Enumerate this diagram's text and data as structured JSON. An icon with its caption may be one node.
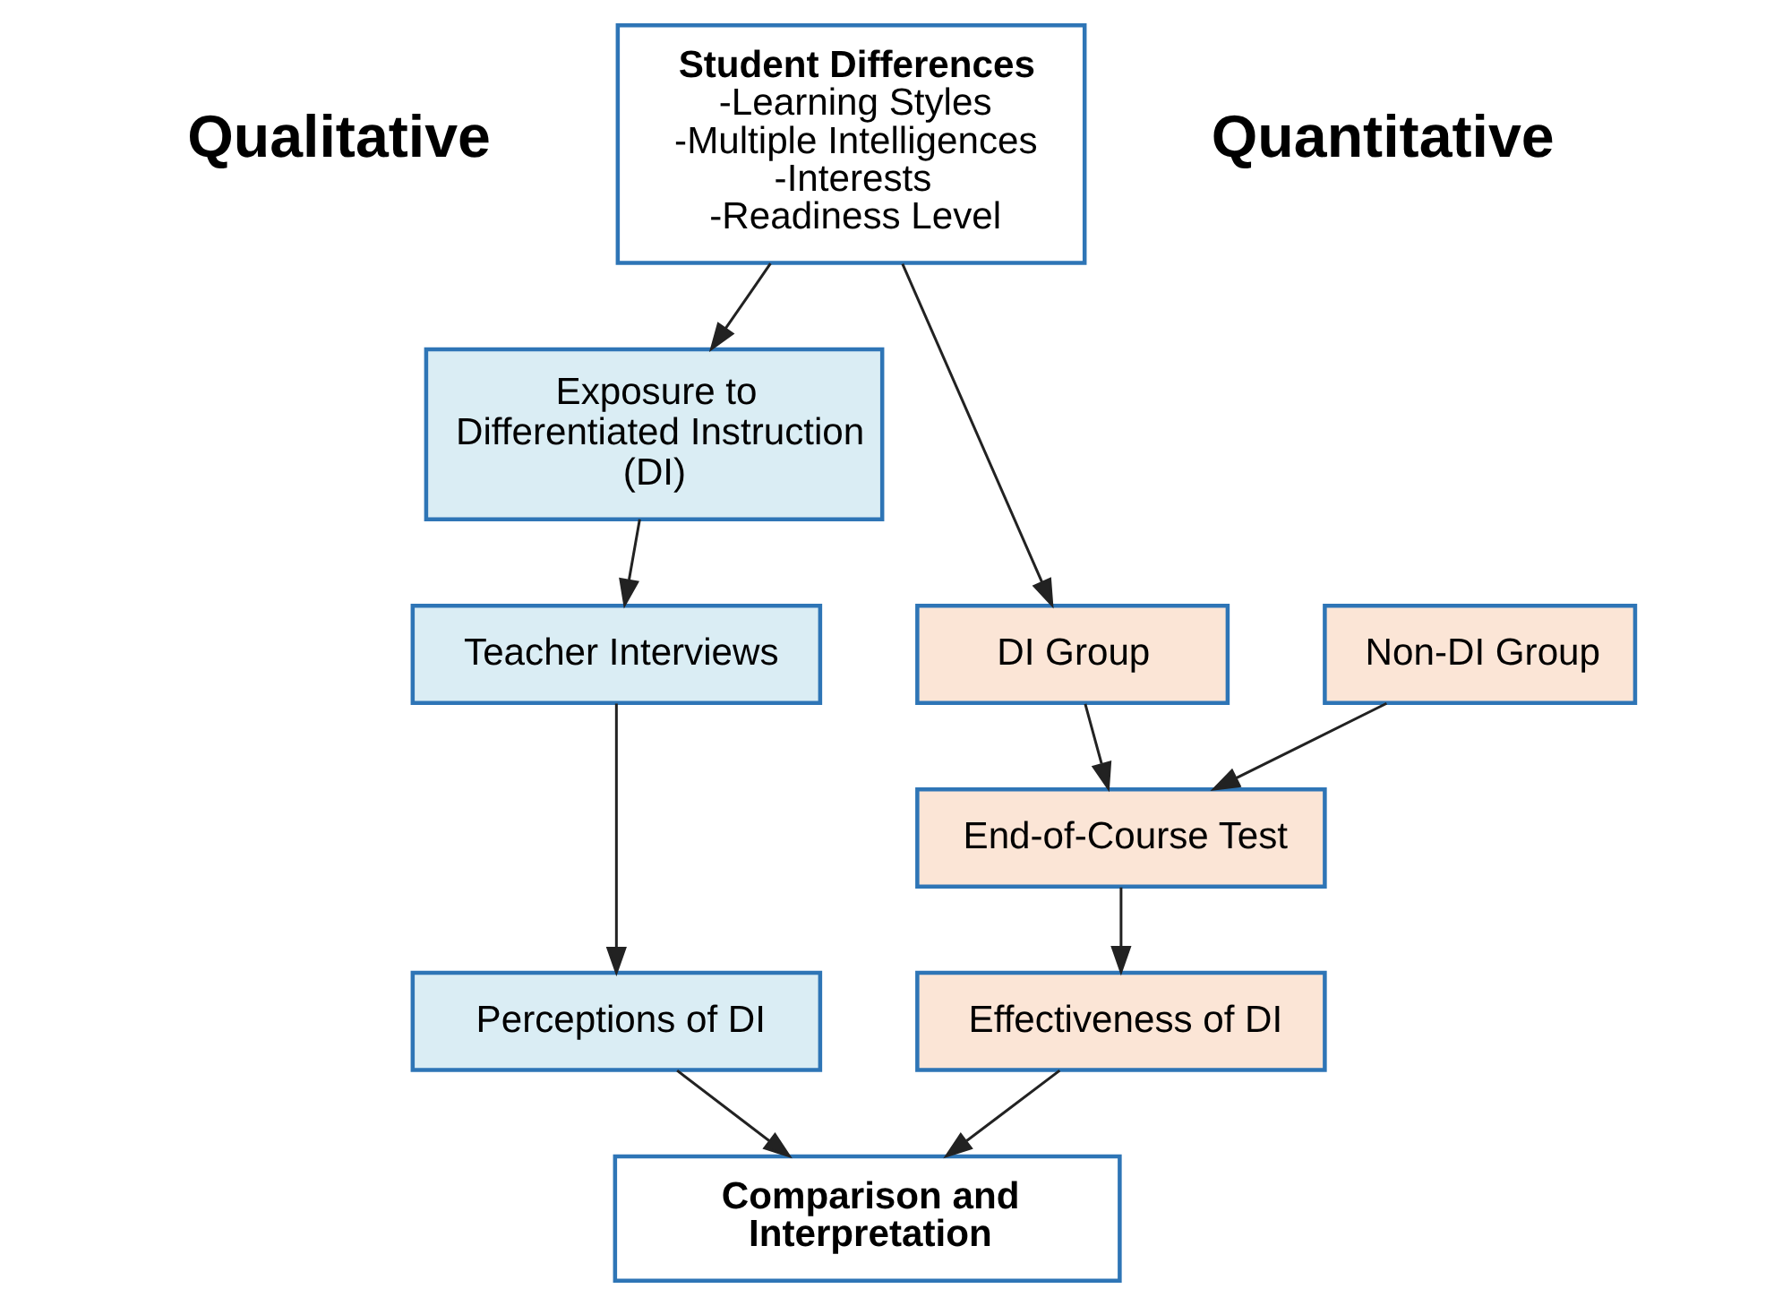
{
  "diagram": {
    "nodes": [
      {
        "text": [
          "Student Differences",
          "-Learning Styles",
          "-Multiple Intelligences",
          "-Interests",
          "-Readiness Level"
        ]
      },
      {
        "text": [
          "Exposure to Differentiated Instruction (DI)"
        ]
      },
      {
        "text": [
          "Teacher Interviews"
        ]
      },
      {
        "text": [
          "Perceptions of DI"
        ]
      },
      {
        "text": [
          "DI Group"
        ]
      },
      {
        "text": [
          "Non-DI Group"
        ]
      },
      {
        "text": [
          "End-of-Course Test"
        ]
      },
      {
        "text": [
          "Effectiveness of DI"
        ]
      },
      {
        "text": [
          "Comparison and Interpretation"
        ]
      }
    ],
    "edges": [
      {
        "from": 0,
        "to": 1,
        "arrow": "to"
      },
      {
        "from": 0,
        "to": 4,
        "arrow": "to"
      },
      {
        "from": 1,
        "to": 2,
        "arrow": "to"
      },
      {
        "from": 2,
        "to": 3,
        "arrow": "to"
      },
      {
        "from": 4,
        "to": 6,
        "arrow": "to"
      },
      {
        "from": 5,
        "to": 6,
        "arrow": "to"
      },
      {
        "from": 6,
        "to": 7,
        "arrow": "to"
      },
      {
        "from": 3,
        "to": 8,
        "arrow": "to"
      },
      {
        "from": 7,
        "to": 8,
        "arrow": "to"
      }
    ],
    "labels": [
      "Qualitative",
      "Quantitative"
    ]
  }
}
